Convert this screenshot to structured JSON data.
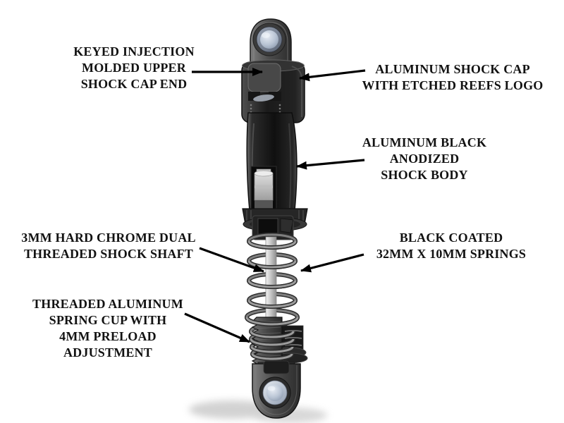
{
  "figure": {
    "subject": "rc-shock-absorber-cutaway-diagram",
    "background": "#ffffff"
  },
  "callouts": [
    {
      "id": "upper-cap-end",
      "text": "KEYED INJECTION\nMOLDED UPPER\nSHOCK CAP END"
    },
    {
      "id": "shock-cap",
      "text": "ALUMINUM SHOCK CAP\nWITH ETCHED REEFS LOGO"
    },
    {
      "id": "shock-body",
      "text": "ALUMINUM BLACK\nANODIZED\nSHOCK BODY"
    },
    {
      "id": "shock-shaft",
      "text": "3MM HARD CHROME DUAL\nTHREADED SHOCK SHAFT"
    },
    {
      "id": "springs",
      "text": "BLACK COATED\n32MM X 10MM SPRINGS"
    },
    {
      "id": "spring-cup",
      "text": "THREADED ALUMINUM\nSPRING CUP WITH\n4MM PRELOAD ADJUSTMENT"
    }
  ],
  "illustration_parts": [
    "upper-eyelet",
    "upper-shock-cap",
    "shock-body",
    "shock-shaft",
    "coil-spring",
    "spring-cup-preload-collar",
    "lower-eyelet"
  ],
  "colors": {
    "arrow": "#000000",
    "text": "#121212",
    "body_black": "#141414",
    "chrome_shaft": "#c9c9c9",
    "spring_gray": "#8c8c8c",
    "ball_steel": "#b9c4d4"
  }
}
